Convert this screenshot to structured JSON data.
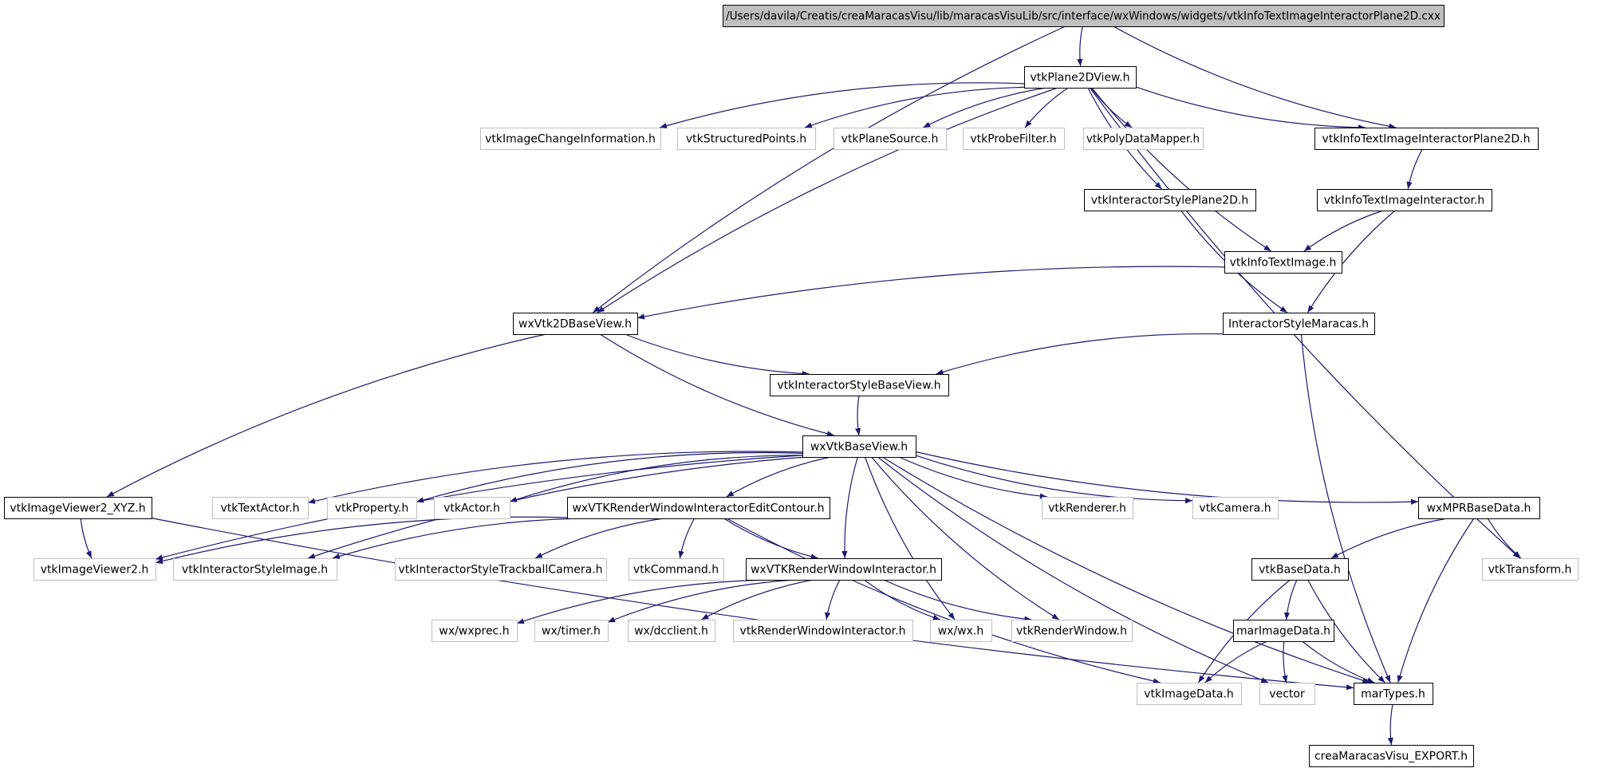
{
  "nodes": [
    {
      "id": "root",
      "label": "/Users/davila/Creatis/creaMaracasVisu/lib/maracasVisuLib/src/interface/wxWindows/widgets/vtkInfoTextImageInteractorPlane2D.cxx",
      "style": "root"
    },
    {
      "id": "vtkPlane2DView",
      "label": "vtkPlane2DView.h",
      "style": "doc"
    },
    {
      "id": "vtkImageChangeInformation",
      "label": "vtkImageChangeInformation.h",
      "style": "ext"
    },
    {
      "id": "vtkStructuredPoints",
      "label": "vtkStructuredPoints.h",
      "style": "ext"
    },
    {
      "id": "vtkPlaneSource",
      "label": "vtkPlaneSource.h",
      "style": "ext"
    },
    {
      "id": "vtkProbeFilter",
      "label": "vtkProbeFilter.h",
      "style": "ext"
    },
    {
      "id": "vtkPolyDataMapper",
      "label": "vtkPolyDataMapper.h",
      "style": "ext"
    },
    {
      "id": "vtkInfoTextImageInteractorPlane2D",
      "label": "vtkInfoTextImageInteractorPlane2D.h",
      "style": "doc"
    },
    {
      "id": "vtkInteractorStylePlane2D",
      "label": "vtkInteractorStylePlane2D.h",
      "style": "doc"
    },
    {
      "id": "vtkInfoTextImageInteractor",
      "label": "vtkInfoTextImageInteractor.h",
      "style": "doc"
    },
    {
      "id": "vtkInfoTextImage",
      "label": "vtkInfoTextImage.h",
      "style": "doc"
    },
    {
      "id": "wxVtk2DBaseView",
      "label": "wxVtk2DBaseView.h",
      "style": "doc"
    },
    {
      "id": "InteractorStyleMaracas",
      "label": "InteractorStyleMaracas.h",
      "style": "doc"
    },
    {
      "id": "vtkInteractorStyleBaseView",
      "label": "vtkInteractorStyleBaseView.h",
      "style": "doc"
    },
    {
      "id": "wxVtkBaseView",
      "label": "wxVtkBaseView.h",
      "style": "doc"
    },
    {
      "id": "vtkImageViewer2_XYZ",
      "label": "vtkImageViewer2_XYZ.h",
      "style": "doc"
    },
    {
      "id": "vtkTextActor",
      "label": "vtkTextActor.h",
      "style": "ext"
    },
    {
      "id": "vtkProperty",
      "label": "vtkProperty.h",
      "style": "ext"
    },
    {
      "id": "vtkActor",
      "label": "vtkActor.h",
      "style": "ext"
    },
    {
      "id": "wxVTKRenderWindowInteractorEditContour",
      "label": "wxVTKRenderWindowInteractorEditContour.h",
      "style": "doc"
    },
    {
      "id": "vtkRenderer",
      "label": "vtkRenderer.h",
      "style": "ext"
    },
    {
      "id": "vtkCamera",
      "label": "vtkCamera.h",
      "style": "ext"
    },
    {
      "id": "wxMPRBaseData",
      "label": "wxMPRBaseData.h",
      "style": "doc"
    },
    {
      "id": "vtkImageViewer2",
      "label": "vtkImageViewer2.h",
      "style": "ext"
    },
    {
      "id": "vtkInteractorStyleImage",
      "label": "vtkInteractorStyleImage.h",
      "style": "ext"
    },
    {
      "id": "vtkInteractorStyleTrackballCamera",
      "label": "vtkInteractorStyleTrackballCamera.h",
      "style": "ext"
    },
    {
      "id": "vtkCommand",
      "label": "vtkCommand.h",
      "style": "ext"
    },
    {
      "id": "wxVTKRenderWindowInteractor",
      "label": "wxVTKRenderWindowInteractor.h",
      "style": "doc"
    },
    {
      "id": "vtkBaseData",
      "label": "vtkBaseData.h",
      "style": "doc"
    },
    {
      "id": "vtkTransform",
      "label": "vtkTransform.h",
      "style": "ext"
    },
    {
      "id": "wxwxprec",
      "label": "wx/wxprec.h",
      "style": "ext"
    },
    {
      "id": "wxtimer",
      "label": "wx/timer.h",
      "style": "ext"
    },
    {
      "id": "wxdcclient",
      "label": "wx/dcclient.h",
      "style": "ext"
    },
    {
      "id": "vtkRenderWindowInteractor",
      "label": "vtkRenderWindowInteractor.h",
      "style": "ext"
    },
    {
      "id": "wxwx",
      "label": "wx/wx.h",
      "style": "ext"
    },
    {
      "id": "vtkRenderWindow",
      "label": "vtkRenderWindow.h",
      "style": "ext"
    },
    {
      "id": "marImageData",
      "label": "marImageData.h",
      "style": "doc"
    },
    {
      "id": "vtkImageData",
      "label": "vtkImageData.h",
      "style": "ext"
    },
    {
      "id": "vector",
      "label": "vector",
      "style": "ext"
    },
    {
      "id": "marTypes",
      "label": "marTypes.h",
      "style": "doc"
    },
    {
      "id": "creaMaracasVisu_EXPORT",
      "label": "creaMaracasVisu_EXPORT.h",
      "style": "doc"
    }
  ],
  "edges": [
    [
      "root",
      "vtkPlane2DView"
    ],
    [
      "root",
      "wxVtk2DBaseView"
    ],
    [
      "root",
      "vtkInfoTextImageInteractorPlane2D"
    ],
    [
      "vtkPlane2DView",
      "wxVtk2DBaseView"
    ],
    [
      "vtkPlane2DView",
      "vtkImageChangeInformation"
    ],
    [
      "vtkPlane2DView",
      "vtkStructuredPoints"
    ],
    [
      "vtkPlane2DView",
      "vtkPlaneSource"
    ],
    [
      "vtkPlane2DView",
      "vtkProbeFilter"
    ],
    [
      "vtkPlane2DView",
      "vtkPolyDataMapper"
    ],
    [
      "vtkPlane2DView",
      "vtkInteractorStylePlane2D"
    ],
    [
      "vtkPlane2DView",
      "vtkInfoTextImage"
    ],
    [
      "vtkPlane2DView",
      "vtkInfoTextImageInteractorPlane2D"
    ],
    [
      "vtkPlane2DView",
      "vtkTransform"
    ],
    [
      "vtkInfoTextImageInteractorPlane2D",
      "vtkInfoTextImageInteractor"
    ],
    [
      "vtkInfoTextImageInteractor",
      "vtkInfoTextImage"
    ],
    [
      "vtkInfoTextImageInteractor",
      "InteractorStyleMaracas"
    ],
    [
      "vtkInteractorStylePlane2D",
      "InteractorStyleMaracas"
    ],
    [
      "vtkInfoTextImage",
      "wxVtk2DBaseView"
    ],
    [
      "wxVtk2DBaseView",
      "vtkInteractorStyleBaseView"
    ],
    [
      "wxVtk2DBaseView",
      "wxVtkBaseView"
    ],
    [
      "wxVtk2DBaseView",
      "vtkImageViewer2_XYZ"
    ],
    [
      "InteractorStyleMaracas",
      "vtkInteractorStyleBaseView"
    ],
    [
      "InteractorStyleMaracas",
      "marTypes"
    ],
    [
      "vtkInteractorStyleBaseView",
      "wxVtkBaseView"
    ],
    [
      "wxVtkBaseView",
      "vtkImageViewer2"
    ],
    [
      "wxVtkBaseView",
      "vtkTextActor"
    ],
    [
      "wxVtkBaseView",
      "vtkProperty"
    ],
    [
      "wxVtkBaseView",
      "vtkActor"
    ],
    [
      "wxVtkBaseView",
      "wxVTKRenderWindowInteractorEditContour"
    ],
    [
      "wxVtkBaseView",
      "vtkInteractorStyleImage"
    ],
    [
      "wxVtkBaseView",
      "wxVTKRenderWindowInteractor"
    ],
    [
      "wxVtkBaseView",
      "wxwx"
    ],
    [
      "wxVtkBaseView",
      "vtkRenderWindow"
    ],
    [
      "wxVtkBaseView",
      "vtkRenderer"
    ],
    [
      "wxVtkBaseView",
      "vtkCamera"
    ],
    [
      "wxVtkBaseView",
      "wxMPRBaseData"
    ],
    [
      "wxVtkBaseView",
      "vector"
    ],
    [
      "wxVtkBaseView",
      "marTypes"
    ],
    [
      "vtkImageViewer2_XYZ",
      "vtkImageViewer2"
    ],
    [
      "vtkImageViewer2_XYZ",
      "marTypes"
    ],
    [
      "wxVTKRenderWindowInteractorEditContour",
      "vtkImageViewer2"
    ],
    [
      "wxVTKRenderWindowInteractorEditContour",
      "vtkInteractorStyleImage"
    ],
    [
      "wxVTKRenderWindowInteractorEditContour",
      "vtkInteractorStyleTrackballCamera"
    ],
    [
      "wxVTKRenderWindowInteractorEditContour",
      "vtkCommand"
    ],
    [
      "wxVTKRenderWindowInteractorEditContour",
      "wxVTKRenderWindowInteractor"
    ],
    [
      "wxVTKRenderWindowInteractorEditContour",
      "vtkImageData"
    ],
    [
      "wxVTKRenderWindowInteractor",
      "wxwxprec"
    ],
    [
      "wxVTKRenderWindowInteractor",
      "wxtimer"
    ],
    [
      "wxVTKRenderWindowInteractor",
      "wxdcclient"
    ],
    [
      "wxVTKRenderWindowInteractor",
      "vtkRenderWindowInteractor"
    ],
    [
      "wxVTKRenderWindowInteractor",
      "wxwx"
    ],
    [
      "wxVTKRenderWindowInteractor",
      "vtkRenderWindow"
    ],
    [
      "wxMPRBaseData",
      "vtkBaseData"
    ],
    [
      "wxMPRBaseData",
      "vtkTransform"
    ],
    [
      "wxMPRBaseData",
      "marTypes"
    ],
    [
      "vtkBaseData",
      "marImageData"
    ],
    [
      "vtkBaseData",
      "vtkImageData"
    ],
    [
      "vtkBaseData",
      "marTypes"
    ],
    [
      "marImageData",
      "vtkImageData"
    ],
    [
      "marImageData",
      "vector"
    ],
    [
      "marImageData",
      "marTypes"
    ],
    [
      "marTypes",
      "creaMaracasVisu_EXPORT"
    ]
  ],
  "colors": {
    "edge": "#191970",
    "doc_border": "#000000",
    "ext_border": "#bfbfbf",
    "root_fill": "#bfbfbf",
    "text": "#000000"
  }
}
